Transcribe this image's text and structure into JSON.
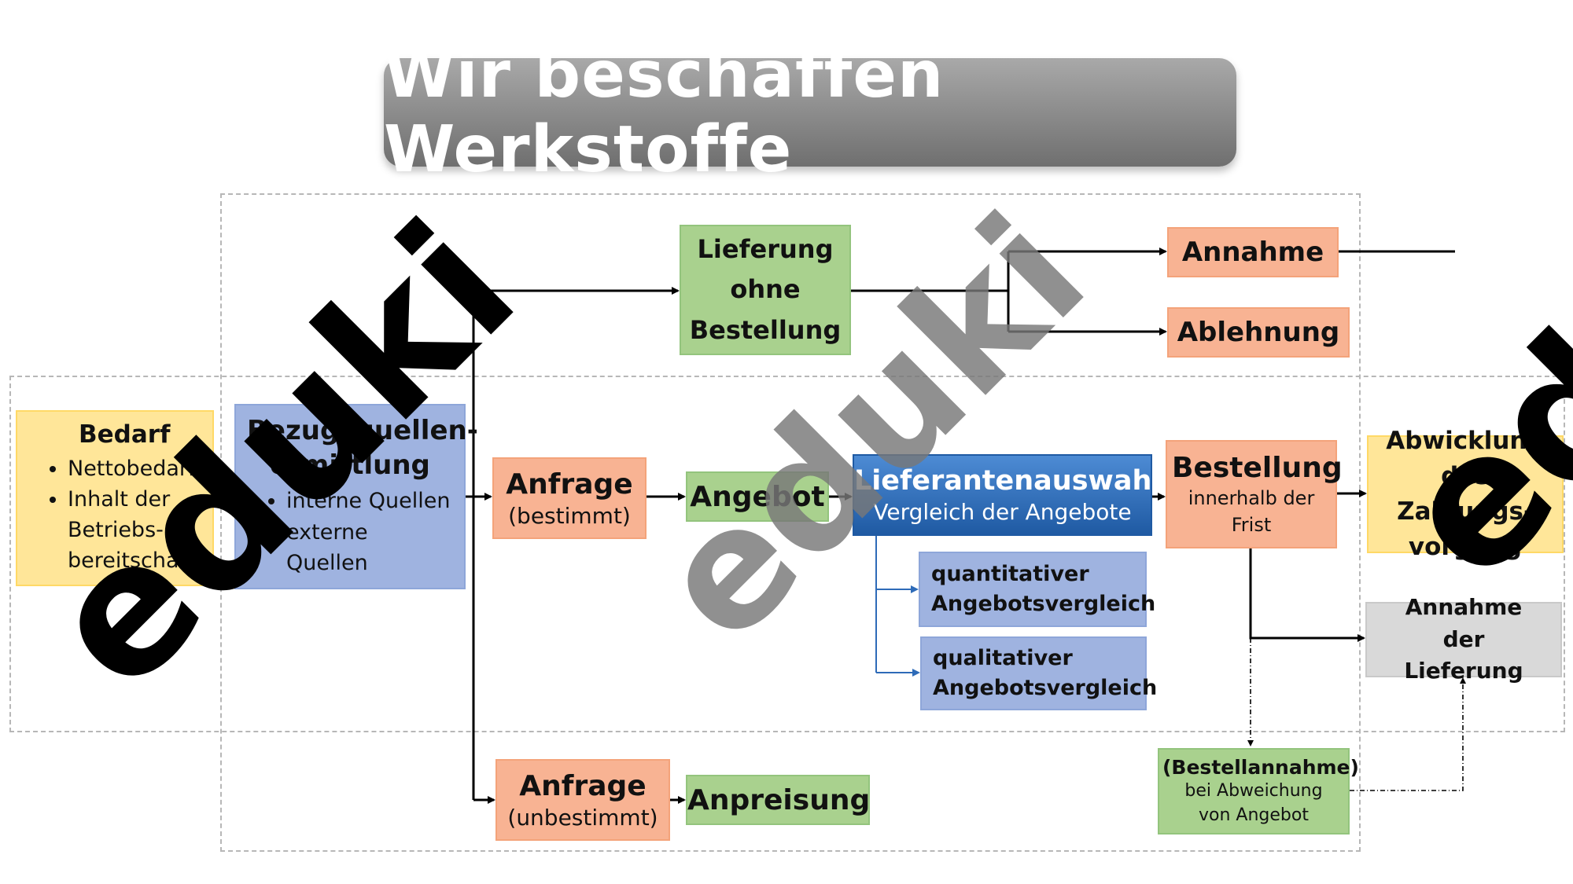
{
  "title": "Wir beschaffen Werkstoffe",
  "nodes": {
    "bedarf": {
      "title": "Bedarf",
      "items": [
        "Nettobedarf",
        "Inhalt der Betriebs-bereitschaft"
      ]
    },
    "bezugsquellen": {
      "title": "Bezugsquellen-ermittlung",
      "items": [
        "interne Quellen",
        "externe Quellen"
      ]
    },
    "lieferung_ohne_bestellung": {
      "title": "Lieferung ohne Bestellung"
    },
    "annahme": {
      "title": "Annahme"
    },
    "ablehnung": {
      "title": "Ablehnung"
    },
    "anfrage_bestimmt": {
      "title": "Anfrage",
      "subtitle": "(bestimmt)"
    },
    "angebot": {
      "title": "Angebot"
    },
    "lieferantenauswahl": {
      "title": "Lieferantenauswahl",
      "subtitle": "Vergleich der Angebote"
    },
    "quantitativ": {
      "title": "quantitativer Angebotsvergleich"
    },
    "qualitativ": {
      "title": "qualitativer Angebotsvergleich"
    },
    "bestellung": {
      "title": "Bestellung",
      "subtitle": "innerhalb der Frist"
    },
    "abwicklung": {
      "title": "Abwicklung des Zahlungs-vorgang"
    },
    "annahme_lieferung": {
      "title": "Annahme der Lieferung"
    },
    "bestellannahme": {
      "title": "(Bestellannahme)",
      "subtitle": "bei Abweichung von Angebot"
    },
    "anfrage_unbestimmt": {
      "title": "Anfrage",
      "subtitle": "(unbestimmt)"
    },
    "anpreisung": {
      "title": "Anpreisung"
    }
  },
  "watermark": "eduki",
  "colors": {
    "yellow": "#ffe699",
    "blue": "#9fb3e0",
    "dark_blue": "#2e6bb8",
    "orange": "#f8b393",
    "green": "#a9d18e",
    "gray": "#d9d9d9"
  }
}
